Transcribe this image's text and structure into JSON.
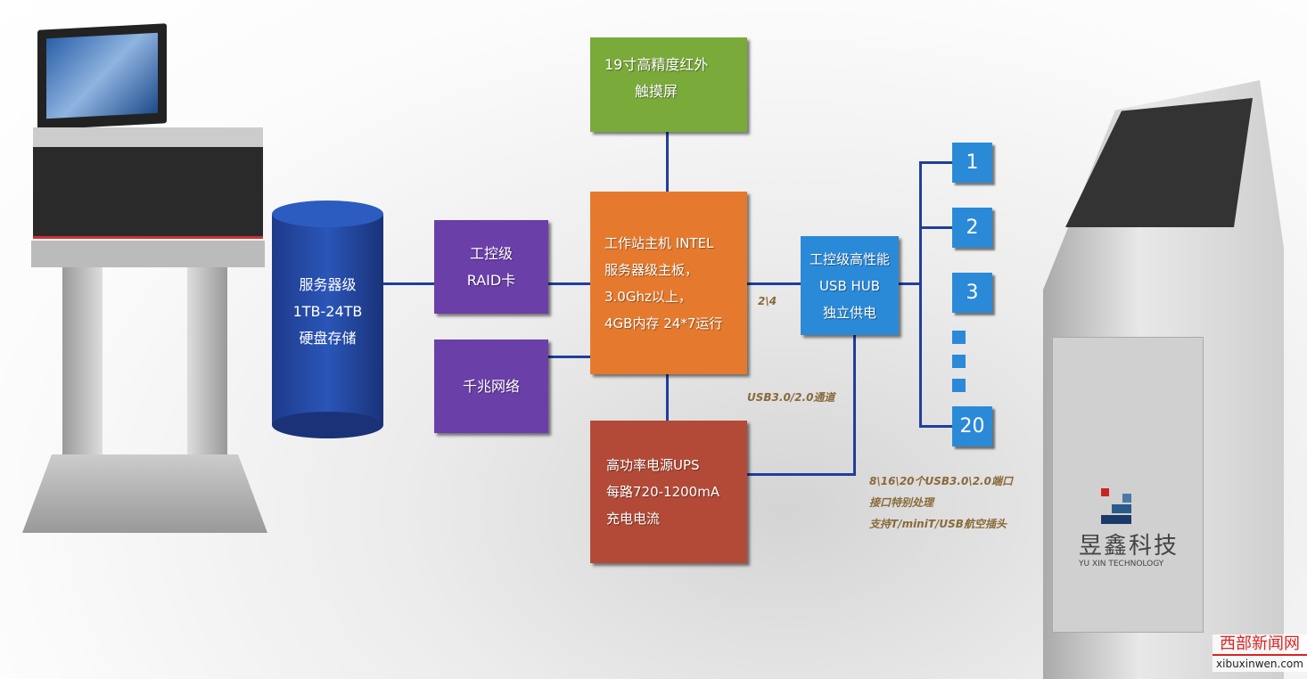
{
  "nodes": {
    "touchscreen": [
      "19寸高精度红外",
      "触摸屏"
    ],
    "host": [
      "工作站主机 INTEL",
      "服务器级主板，",
      "3.0Ghz以上，",
      "4GB内存 24*7运行"
    ],
    "ups": [
      "高功率电源UPS",
      "每路720-1200mA",
      "充电电流"
    ],
    "raid": [
      "工控级",
      "RAID卡"
    ],
    "network": [
      "千兆网络"
    ],
    "storage": [
      "服务器级",
      "1TB-24TB",
      "硬盘存储"
    ],
    "hub": [
      "工控级高性能",
      "USB HUB",
      "独立供电"
    ]
  },
  "ports": [
    "1",
    "2",
    "3",
    "20"
  ],
  "labels": {
    "link": "2\\4",
    "channel": "USB3.0/2.0通道",
    "port_notes": [
      "8\\16\\20个USB3.0\\2.0端口",
      "接口特别处理",
      "支持T/miniT/USB航空插头"
    ]
  },
  "logo": {
    "cn": "昱鑫科技",
    "en": "YU XIN TECHNOLOGY"
  },
  "watermark": {
    "cn": "西部新闻网",
    "url": "xibuxinwen.com"
  },
  "colors": {
    "green": "#7aaa3a",
    "orange": "#e57a2e",
    "red": "#b34a37",
    "purple": "#6a3fa8",
    "blue": "#2b8ad8",
    "navy": "#1f3f9a"
  }
}
